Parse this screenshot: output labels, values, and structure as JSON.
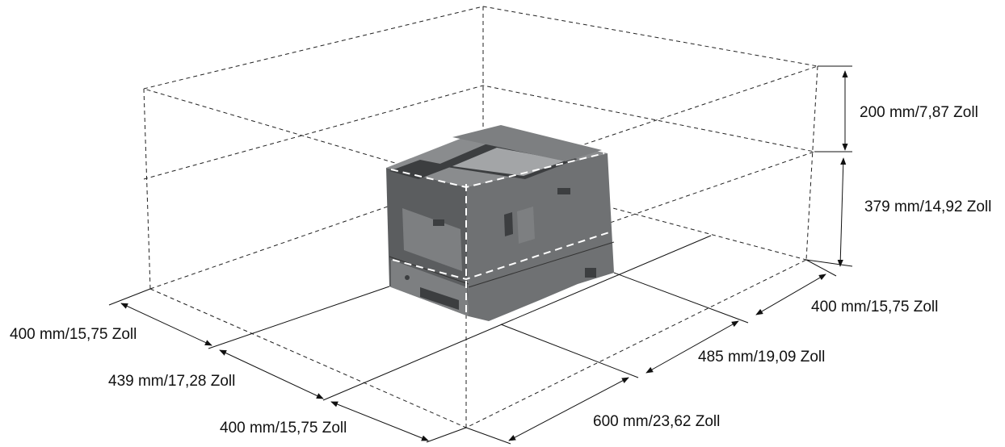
{
  "dimensions": {
    "top_clearance": "200 mm/7,87 Zoll",
    "printer_height": "379 mm/14,92 Zoll",
    "right_clearance": "400 mm/15,75 Zoll",
    "printer_depth": "485 mm/19,09 Zoll",
    "front_clearance": "600 mm/23,62 Zoll",
    "left_clearance": "400 mm/15,75 Zoll",
    "printer_width": "439 mm/17,28 Zoll",
    "rear_clearance": "400 mm/15,75 Zoll"
  }
}
